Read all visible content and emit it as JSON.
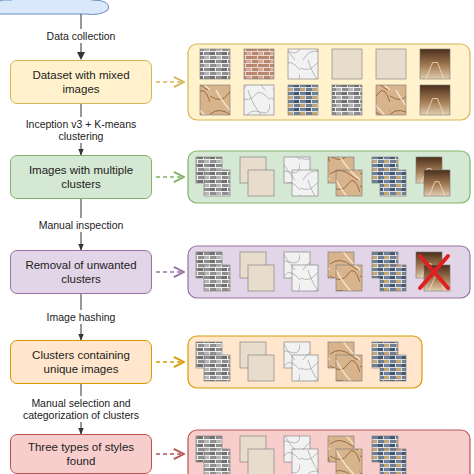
{
  "diagram": {
    "nodes": [
      {
        "text": [
          "Dataset with mixed images"
        ]
      },
      {
        "text": [
          "Images with multiple clusters"
        ]
      },
      {
        "text": [
          "Removal of unwanted clusters"
        ]
      },
      {
        "text": [
          "Clusters containing unique images"
        ]
      },
      {
        "text": [
          "Three types of styles found"
        ]
      }
    ],
    "edges": [
      {
        "from": 0,
        "to": 1,
        "label": "Inception v3 + K-means clustering",
        "arrow": "to"
      },
      {
        "from": 1,
        "to": 2,
        "label": "Manual inspection",
        "arrow": "to"
      },
      {
        "from": 2,
        "to": 3,
        "label": "Image hashing",
        "arrow": "to"
      },
      {
        "from": 3,
        "to": 4,
        "label": "Manual selection and categorization of clusters",
        "arrow": "to"
      }
    ],
    "labels": [
      "Data collection"
    ]
  }
}
